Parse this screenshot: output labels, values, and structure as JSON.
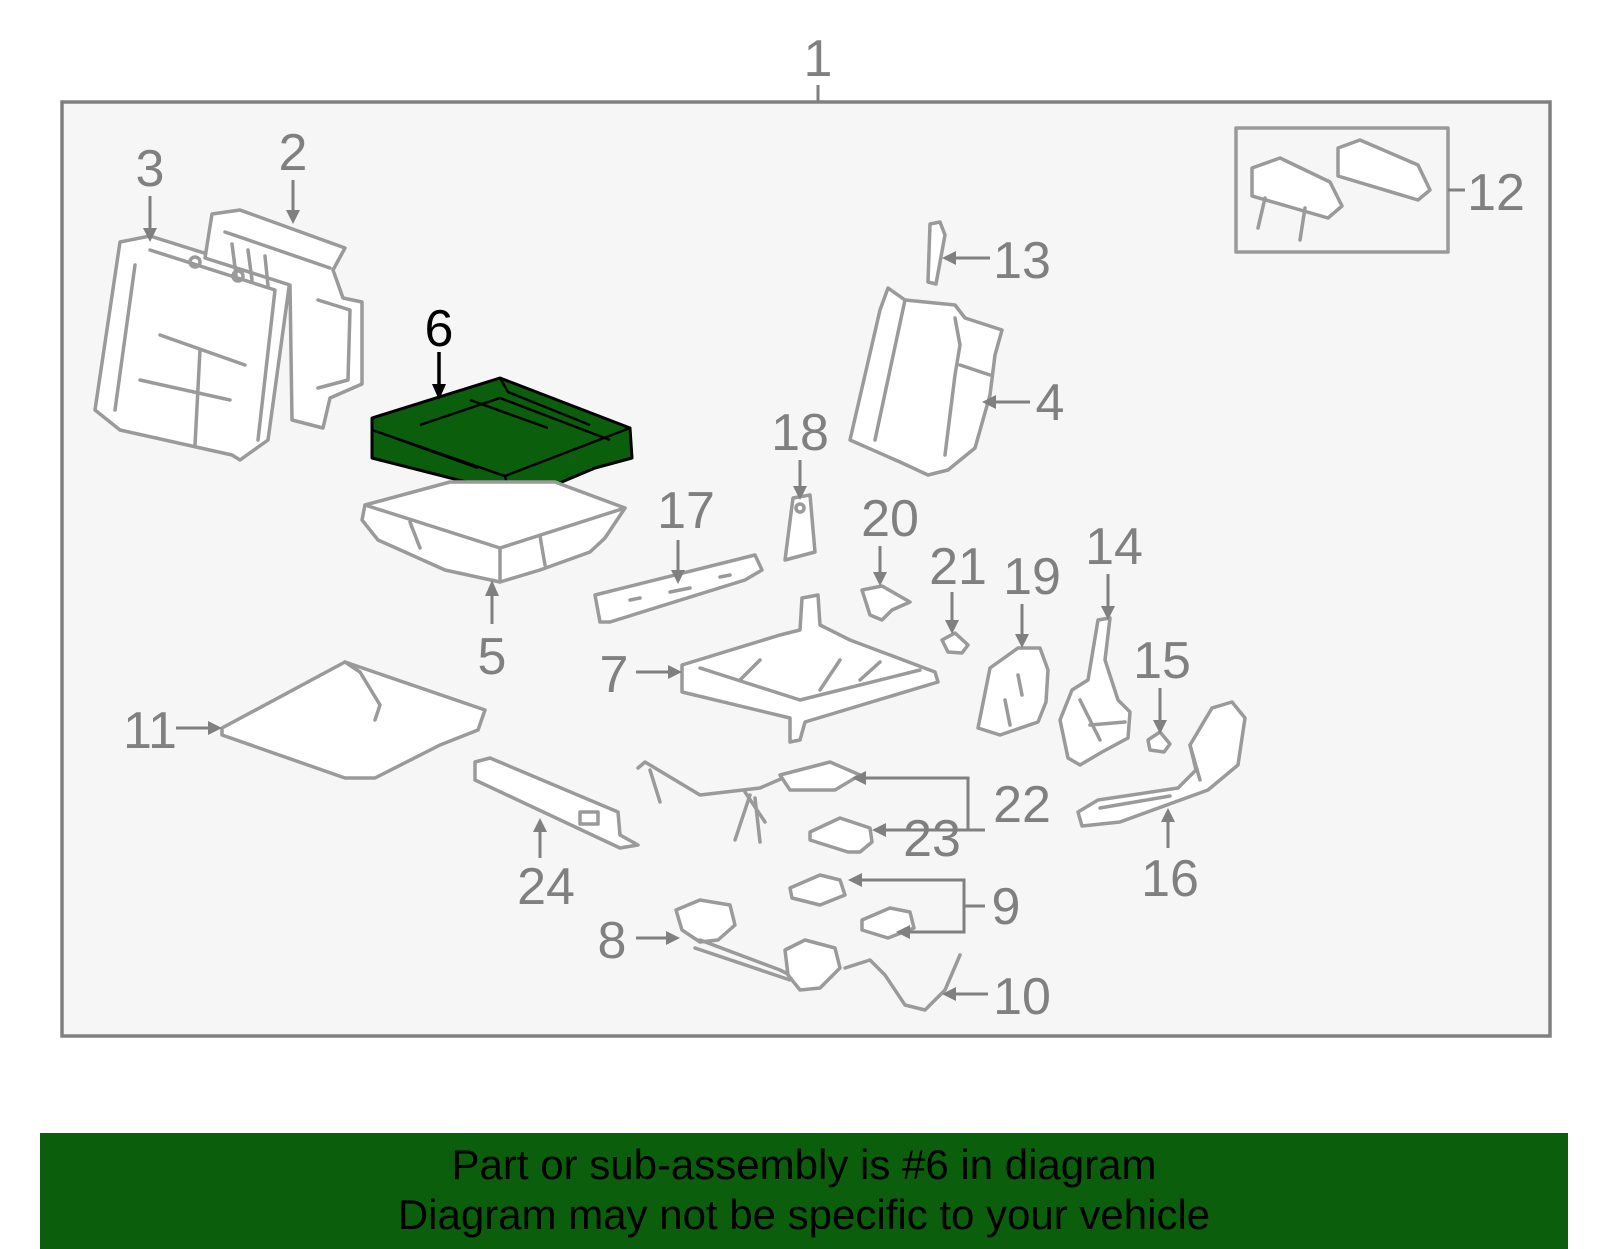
{
  "diagram": {
    "assembly_label": "1",
    "highlight_color": "#0b5e0b",
    "callouts": [
      {
        "id": "c1",
        "text": "1"
      },
      {
        "id": "c2",
        "text": "2"
      },
      {
        "id": "c3",
        "text": "3"
      },
      {
        "id": "c4",
        "text": "4"
      },
      {
        "id": "c5",
        "text": "5"
      },
      {
        "id": "c6",
        "text": "6",
        "highlighted": true
      },
      {
        "id": "c7",
        "text": "7"
      },
      {
        "id": "c8",
        "text": "8"
      },
      {
        "id": "c9",
        "text": "9"
      },
      {
        "id": "c10",
        "text": "10"
      },
      {
        "id": "c11",
        "text": "11"
      },
      {
        "id": "c12",
        "text": "12"
      },
      {
        "id": "c13",
        "text": "13"
      },
      {
        "id": "c14",
        "text": "14"
      },
      {
        "id": "c15",
        "text": "15"
      },
      {
        "id": "c16",
        "text": "16"
      },
      {
        "id": "c17",
        "text": "17"
      },
      {
        "id": "c18",
        "text": "18"
      },
      {
        "id": "c19",
        "text": "19"
      },
      {
        "id": "c20",
        "text": "20"
      },
      {
        "id": "c21",
        "text": "21"
      },
      {
        "id": "c22",
        "text": "22"
      },
      {
        "id": "c23",
        "text": "23"
      },
      {
        "id": "c24",
        "text": "24"
      }
    ]
  },
  "banner": {
    "line1": "Part or sub-assembly is #6 in diagram",
    "line2": "Diagram may not be specific to your vehicle"
  }
}
